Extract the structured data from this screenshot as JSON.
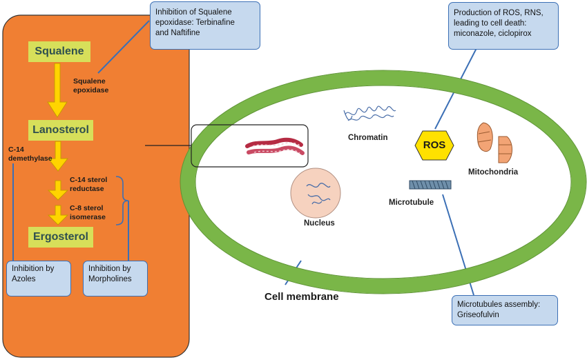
{
  "pathway": {
    "steps": [
      "Squalene",
      "Lanosterol",
      "Ergosterol"
    ],
    "enzymes": {
      "squalene_epoxidase": "Squalene\nepoxidase",
      "c14_demethylase": "C-14\ndemethylase",
      "c14_sterol_reductase": "C-14 sterol\nreductase",
      "c8_sterol_isomerase": "C-8 sterol\nisomerase"
    },
    "inhibitors": {
      "azoles": "Inhibition by\nAzoles",
      "morpholines": "Inhibition by\nMorpholines"
    }
  },
  "callouts": {
    "squalene_epoxidase": "Inhibition of Squalene\nepoxidase: Terbinafine\nand Naftifine",
    "ros": "Production of ROS, RNS,\nleading to cell death:\nmiconazole, ciclopirox",
    "microtubules": "Microtubules assembly:\nGriseofulvin"
  },
  "cell": {
    "labels": {
      "chromatin": "Chromatin",
      "ros": "ROS",
      "mitochondria": "Mitochondria",
      "microtubule": "Microtubule",
      "nucleus": "Nucleus",
      "membrane": "Cell membrane"
    }
  },
  "colors": {
    "panel": "#f07f33",
    "step_box": "#d7df5a",
    "arrow": "#ffd400",
    "membrane": "#7ab648",
    "callout_fill": "#c6d9ee",
    "callout_border": "#3b6fb5",
    "ros_fill": "#ffe100"
  }
}
